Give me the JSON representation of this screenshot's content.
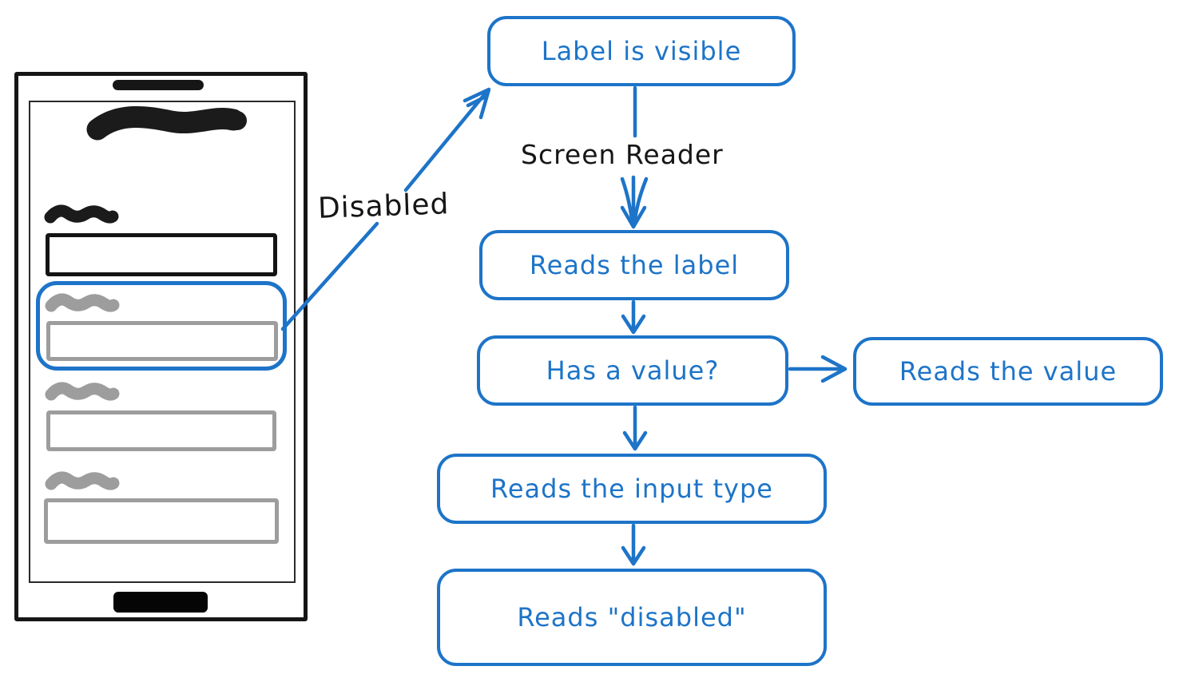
{
  "colors": {
    "accent_blue": "#1d74c8",
    "ink_black": "#161616",
    "muted_gray": "#9d9d9d"
  },
  "annotations": {
    "disabled": "Disabled",
    "screen_reader": "Screen Reader"
  },
  "flowchart": {
    "nodes": [
      {
        "id": "label-visible",
        "label": "Label is visible"
      },
      {
        "id": "reads-label",
        "label": "Reads the label"
      },
      {
        "id": "has-value",
        "label": "Has a value?"
      },
      {
        "id": "reads-value",
        "label": "Reads the value"
      },
      {
        "id": "reads-input-type",
        "label": "Reads the input type"
      },
      {
        "id": "reads-disabled",
        "label": "Reads \"disabled\""
      }
    ]
  }
}
